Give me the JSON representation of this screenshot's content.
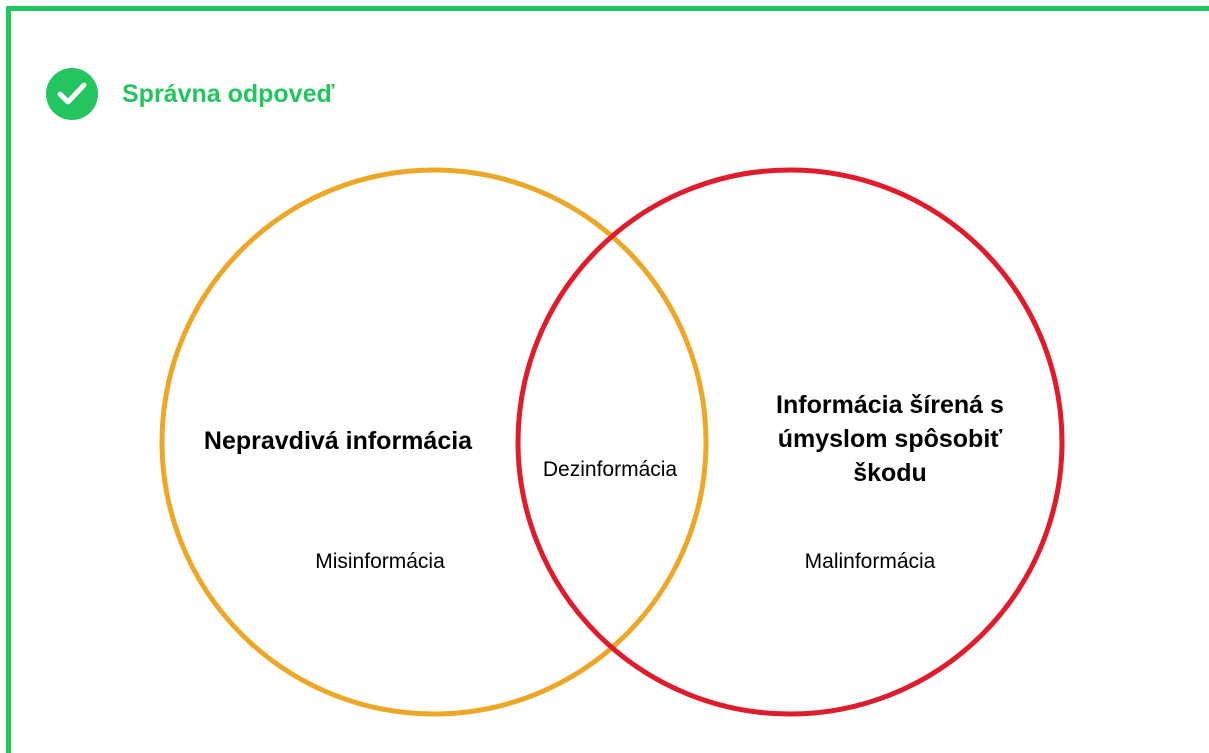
{
  "header": {
    "title": "Správna odpoveď",
    "icon": "check-circle-icon",
    "accent_color": "#22c55e"
  },
  "venn": {
    "left_circle": {
      "title": "Nepravdivá informácia",
      "sublabel": "Misinformácia",
      "color": "#eda726"
    },
    "right_circle": {
      "title": "Informácia šírená s úmyslom spôsobiť škodu",
      "sublabel": "Malinformácia",
      "color": "#e01b2b"
    },
    "intersection_label": "Dezinformácia"
  }
}
